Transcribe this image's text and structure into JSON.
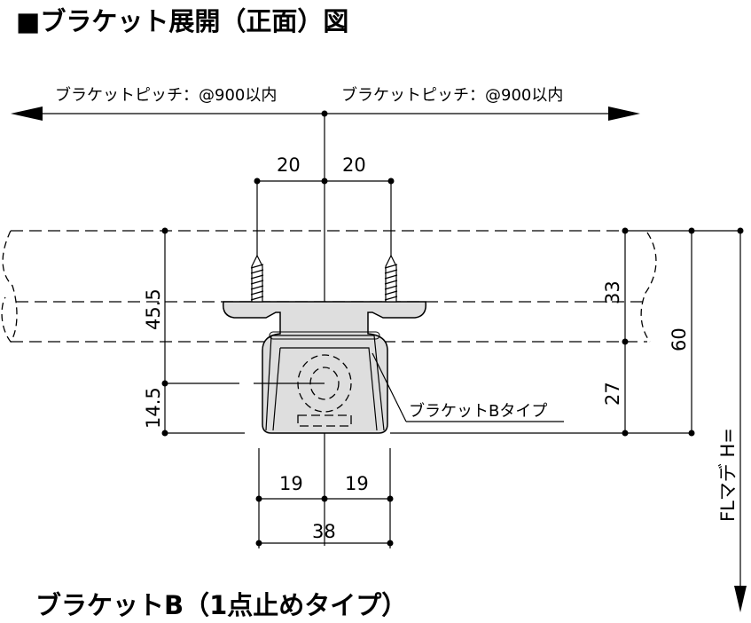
{
  "title": "■ブラケット展開（正面）図",
  "pitch_label_left": "ブラケットピッチ：@900以内",
  "pitch_label_right": "ブラケットピッチ：@900以内",
  "dimensions": {
    "top_left": "20",
    "top_right": "20",
    "left_upper": "45.5",
    "left_lower": "14.5",
    "right_upper": "33",
    "right_lower": "27",
    "right_total": "60",
    "bottom_left": "19",
    "bottom_right": "19",
    "bottom_total": "38",
    "floor_height": "FLマデ H="
  },
  "callout": "ブラケットBタイプ",
  "caption": "ブラケットB（1点止めタイプ）"
}
